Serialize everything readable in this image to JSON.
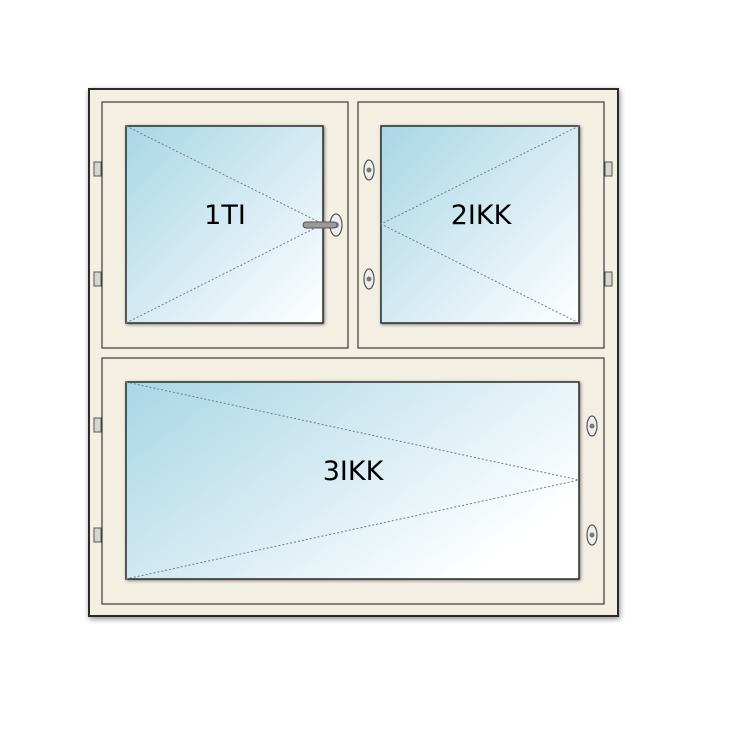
{
  "window": {
    "sashes": [
      {
        "label": "1TI",
        "opening": "turn-tilt",
        "hinge_side": "left",
        "handle_side": "right"
      },
      {
        "label": "2IKK",
        "opening": "casement",
        "hinge_side": "right",
        "handle_side": "left"
      },
      {
        "label": "3IKK",
        "opening": "casement",
        "hinge_side": "left",
        "handle_side": "right"
      }
    ]
  },
  "colors": {
    "frame": "#f3efe3",
    "frame_stroke": "#333333",
    "glass_light": "#ffffff",
    "glass_dark": "#a9d6e6",
    "opening_lines": "#6f7f88",
    "handle": "#8a8a8a"
  }
}
